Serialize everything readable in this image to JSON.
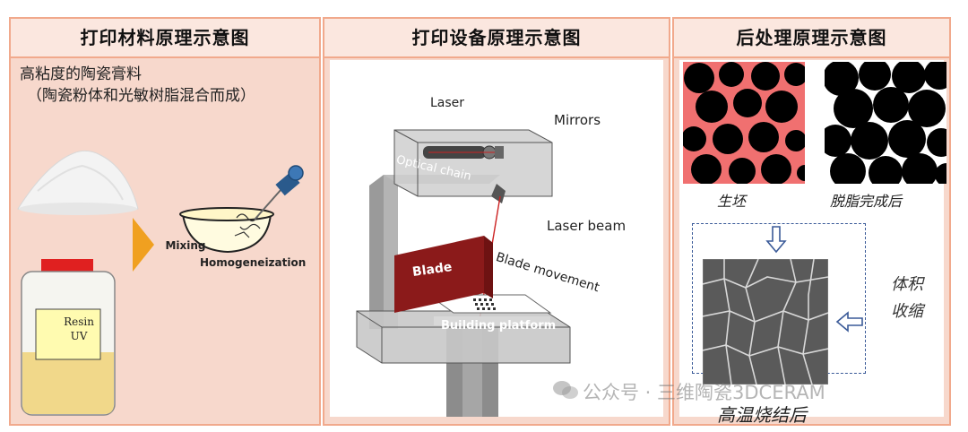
{
  "headers": {
    "material": "打印材料原理示意图",
    "equipment": "打印设备原理示意图",
    "post": "后处理原理示意图"
  },
  "material": {
    "line1": "高粘度的陶瓷膏料",
    "line2": "（陶瓷粉体和光敏树脂混合而成）",
    "mixing": "Mixing",
    "homogen": "Homogeneization",
    "resin": "Resin",
    "uv": "UV"
  },
  "equipment": {
    "laser": "Laser",
    "mirrors": "Mirrors",
    "optical_chain": "Optical chain",
    "laser_beam": "Laser beam",
    "blade": "Blade",
    "blade_movement": "Blade movement",
    "building_platform": "Building platform"
  },
  "post": {
    "green": "生坯",
    "debind": "脱脂完成后",
    "sinter": "高温烧结后",
    "shrink1": "体积",
    "shrink2": "收缩"
  },
  "watermark": "公众号 · 三维陶瓷3DCERAM",
  "colors": {
    "border": "#f1a98c",
    "panel": "#f7d8cc",
    "header_bg": "#fbe7df",
    "blade": "#8b1a1a",
    "arrow": "#f0a020",
    "bottle_cap": "#e02020",
    "label": "#fffbb0"
  }
}
